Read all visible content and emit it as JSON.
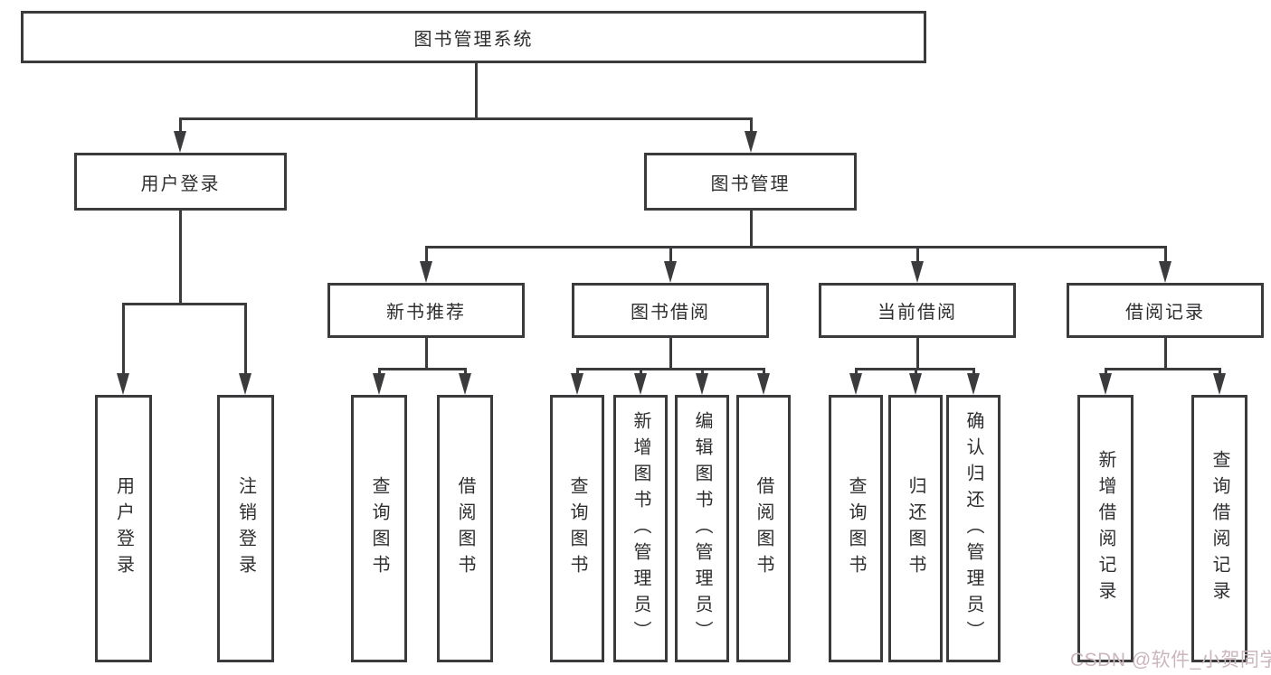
{
  "nodes": {
    "library_system": "图书管理系统",
    "user_login": "用户登录",
    "book_management": "图书管理",
    "new_book_recommend": "新书推荐",
    "book_borrowing": "图书借阅",
    "current_borrowing": "当前借阅",
    "borrowing_records": "借阅记录",
    "leaf_user_login": "用户登录",
    "leaf_logout": "注销登录",
    "leaf_query_books_a": "查询图书",
    "leaf_borrow_books_a": "借阅图书",
    "leaf_query_books_b": "查询图书",
    "leaf_add_book_admin": "新增图书（管理员）",
    "leaf_edit_book_admin": "编辑图书（管理员）",
    "leaf_borrow_books_b": "借阅图书",
    "leaf_query_books_c": "查询图书",
    "leaf_return_books": "归还图书",
    "leaf_confirm_return_admin": "确认归还（管理员）",
    "leaf_add_borrow_record": "新增借阅记录",
    "leaf_query_borrow_record": "查询借阅记录"
  },
  "watermark": "CSDN @软件_小贺同学",
  "colors": {
    "line": "#3b3b3d",
    "text": "#2e2e30",
    "background": "#ffffff",
    "watermark": "#cbb6bc"
  }
}
